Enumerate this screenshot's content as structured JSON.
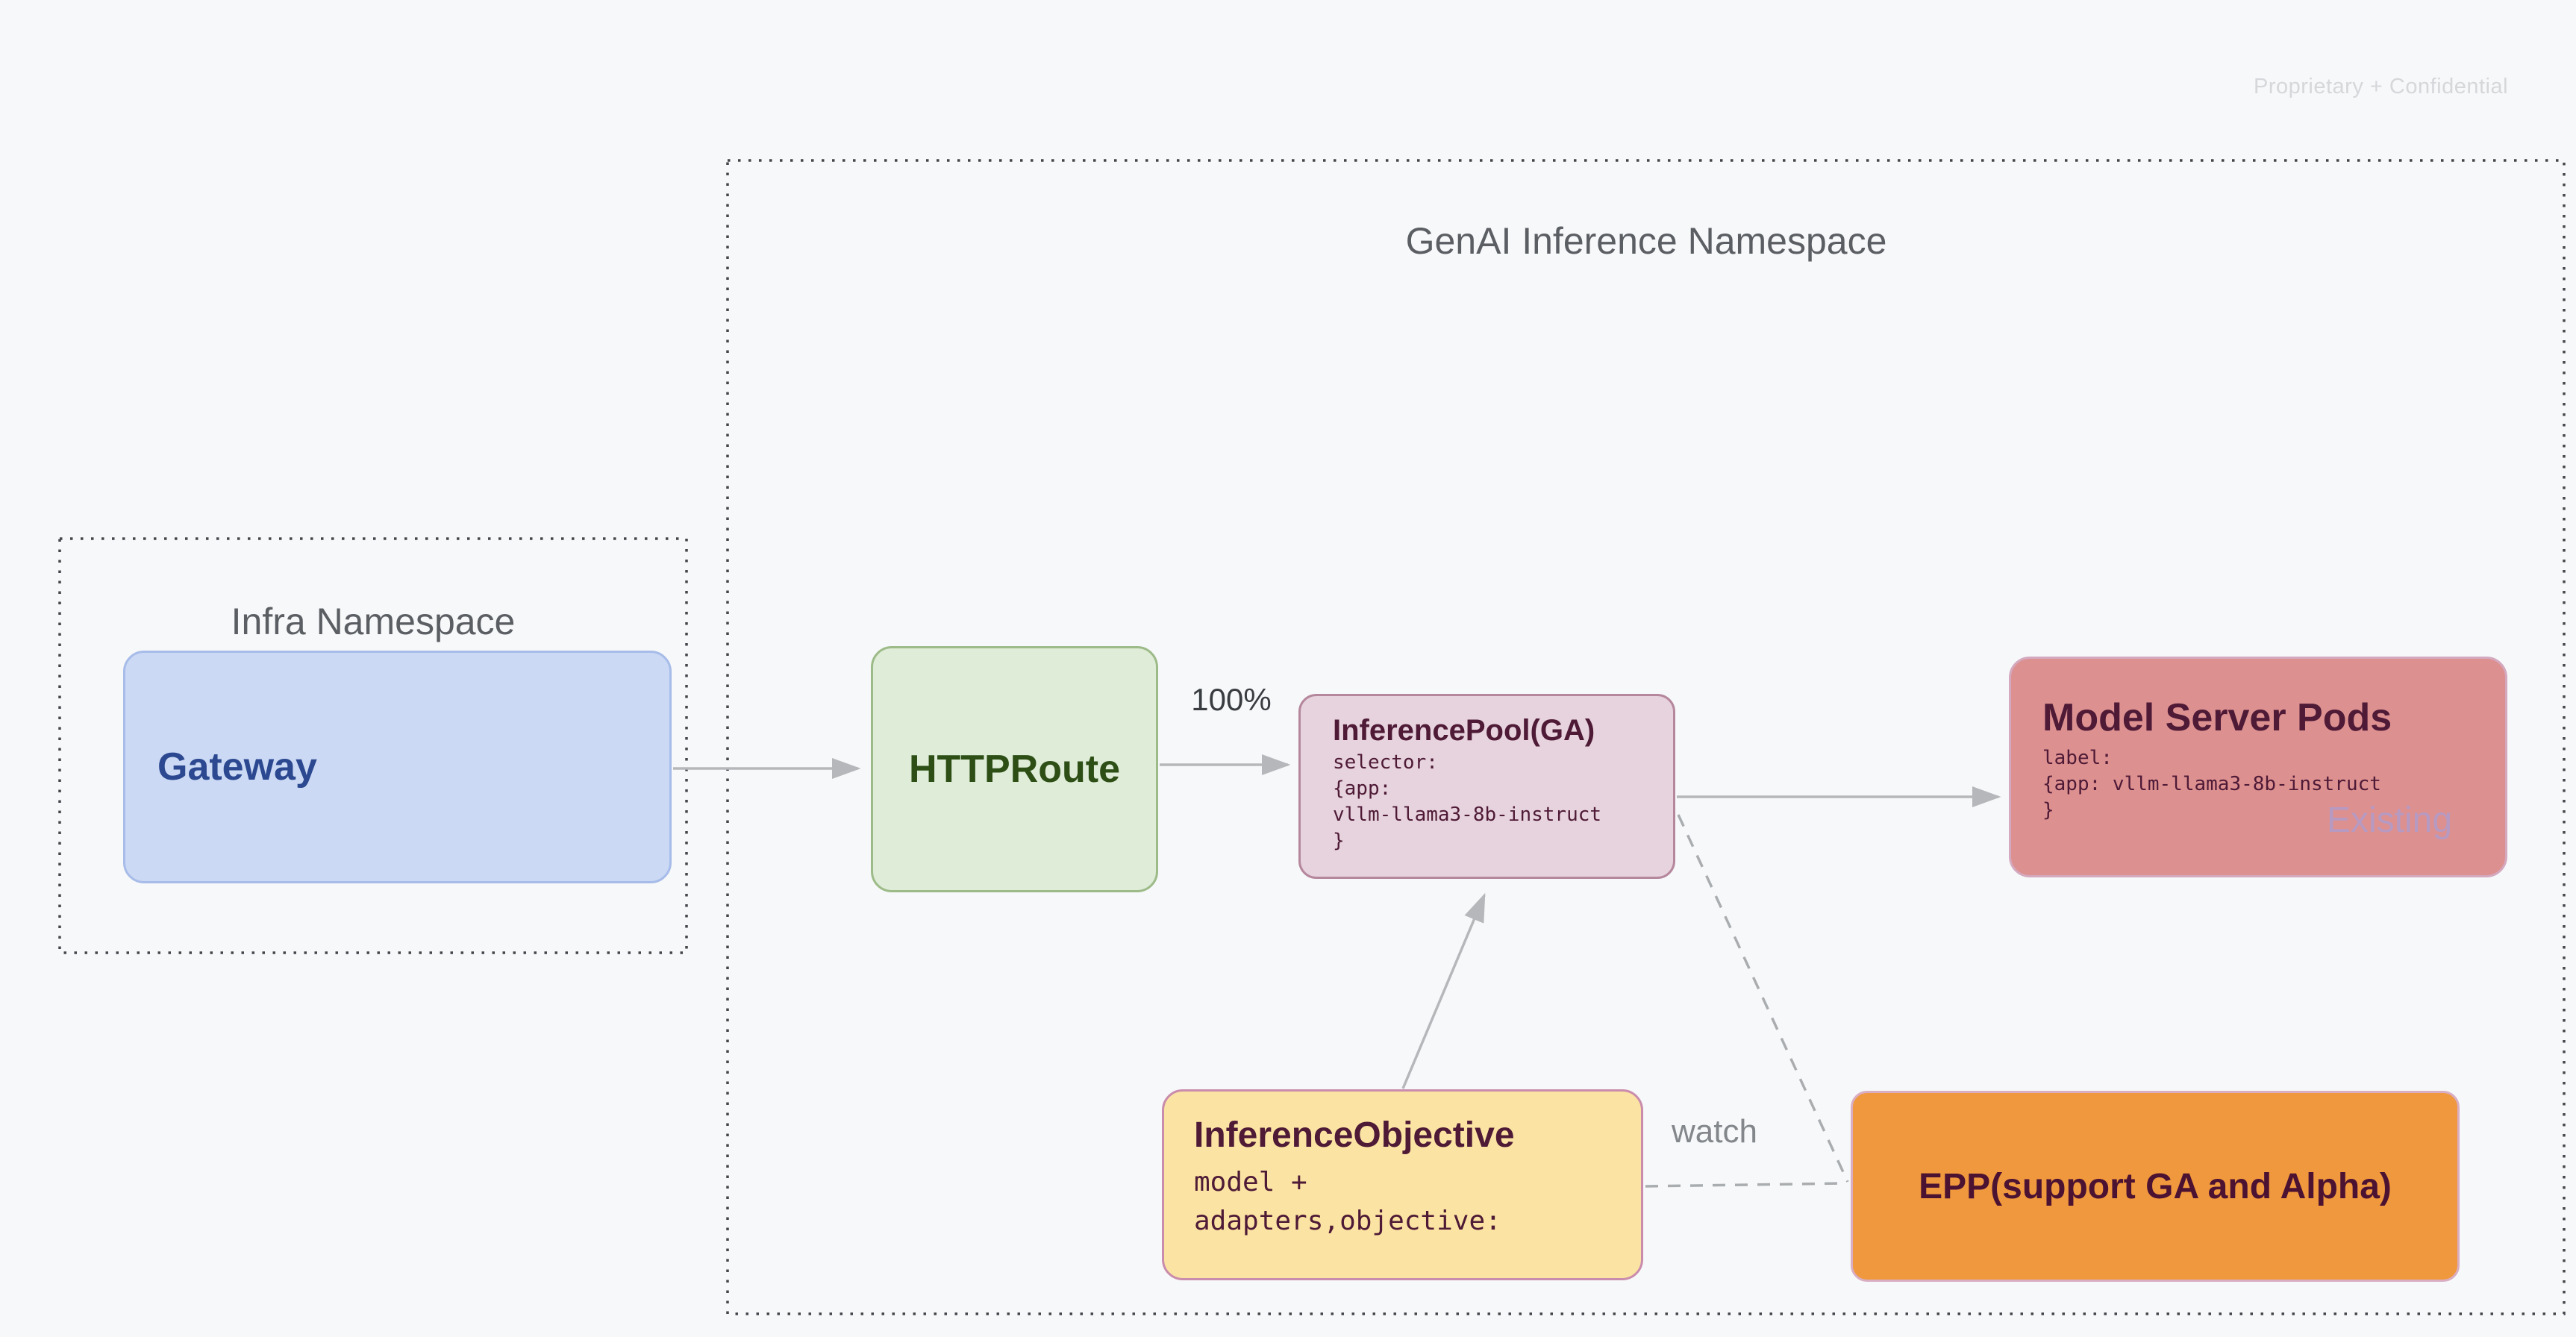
{
  "page": {
    "watermark": "Proprietary + Confidential",
    "background_color": "#f7f8f9",
    "connector_color": "#b5b7ba",
    "dashed_connector_color": "#aaadb0",
    "namespace_border_color": "#43464a"
  },
  "namespaces": {
    "genai": {
      "title": "GenAI Inference Namespace"
    },
    "infra": {
      "title": "Infra Namespace"
    }
  },
  "nodes": {
    "gateway": {
      "title": "Gateway",
      "fill": "#cbd9f4",
      "border": "#a7bce9",
      "text_color": "#2b4890"
    },
    "httproute": {
      "title": "HTTPRoute",
      "fill": "#dfecd8",
      "border": "#9dbb88",
      "text_color": "#2d4f16"
    },
    "inference_pool": {
      "title": "InferencePool(GA)",
      "code": "selector:\n{app:\nvllm-llama3-8b-instruct\n}",
      "fill": "#e7d3dd",
      "border": "#b5879d",
      "text_color": "#4e1a36"
    },
    "model_server_pods": {
      "title": "Model Server Pods",
      "code": "label:\n{app: vllm-llama3-8b-instruct\n}",
      "tag": "Existing",
      "tag_color": "#b79ac2",
      "fill": "#dd9090",
      "border": "#d4a9bf",
      "text_color": "#4e1a36"
    },
    "inference_objective": {
      "title": "InferenceObjective",
      "code": "model +\nadapters,objective:",
      "fill": "#fbe4a3",
      "border": "#ca8cac",
      "text_color": "#4e1a36"
    },
    "epp": {
      "title": "EPP(support GA and Alpha)",
      "fill": "#f0983d",
      "border": "#d9aec3",
      "text_color": "#4c1232"
    }
  },
  "edges": {
    "gateway_to_httproute": {
      "from": "gateway",
      "to": "httproute",
      "style": "solid-arrow",
      "label": ""
    },
    "httproute_to_pool": {
      "from": "httproute",
      "to": "inference_pool",
      "style": "solid-arrow",
      "label": "100%"
    },
    "pool_to_model_server_pods": {
      "from": "inference_pool",
      "to": "model_server_pods",
      "style": "solid-arrow",
      "label": ""
    },
    "objective_to_pool": {
      "from": "inference_objective",
      "to": "inference_pool",
      "style": "solid-arrow",
      "label": ""
    },
    "pool_to_epp": {
      "from": "inference_pool",
      "to": "epp",
      "style": "dashed",
      "label": ""
    },
    "objective_to_epp": {
      "from": "inference_objective",
      "to": "epp",
      "style": "dashed",
      "label": "watch"
    }
  }
}
